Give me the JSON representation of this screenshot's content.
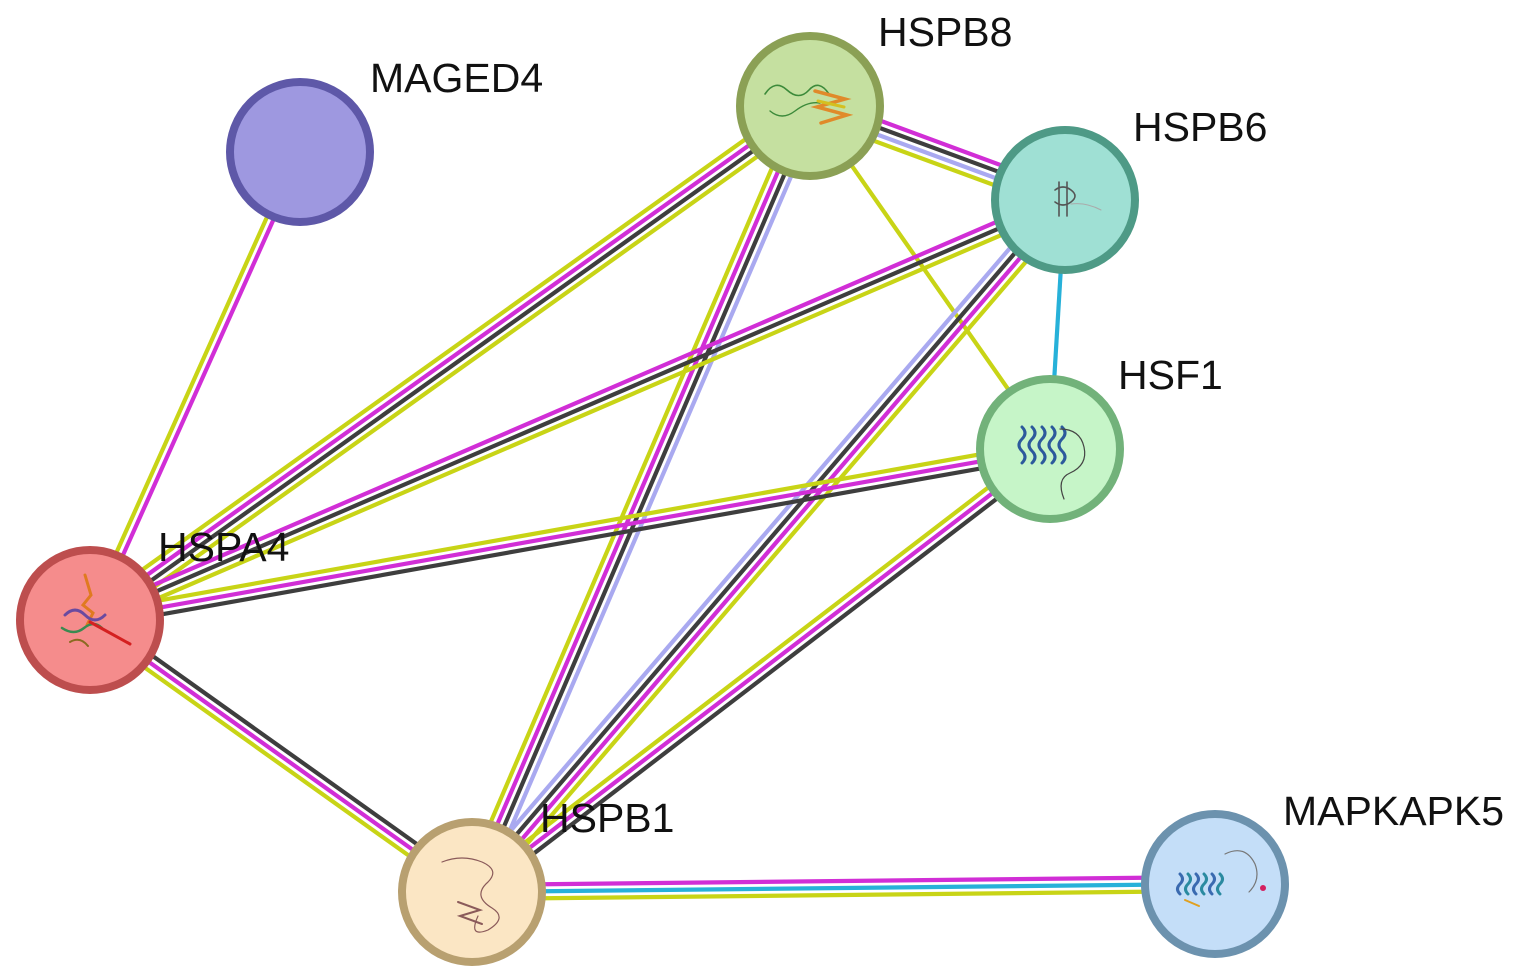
{
  "network": {
    "edge_colors": {
      "textmining": "#c8d416",
      "experiments": "#d12ed6",
      "coexpression": "#3e3e3e",
      "homology": "#a9a9f0",
      "database": "#27b1d9"
    },
    "nodes": [
      {
        "id": "MAGED4",
        "label": "MAGED4",
        "fill": "#9e98e0",
        "stroke": "#5e58a8",
        "has_structure": false
      },
      {
        "id": "HSPB8",
        "label": "HSPB8",
        "fill": "#c5e0a0",
        "stroke": "#8ba055",
        "has_structure": true,
        "structure_icon": "beta-sheet-structure-icon"
      },
      {
        "id": "HSPB6",
        "label": "HSPB6",
        "fill": "#9fe0d4",
        "stroke": "#4e9a86",
        "has_structure": true,
        "structure_icon": "helix-structure-icon"
      },
      {
        "id": "HSF1",
        "label": "HSF1",
        "fill": "#c6f5c8",
        "stroke": "#72b27a",
        "has_structure": true,
        "structure_icon": "helix-bundle-structure-icon"
      },
      {
        "id": "HSPA4",
        "label": "HSPA4",
        "fill": "#f58c8c",
        "stroke": "#bd4e4e",
        "has_structure": true,
        "structure_icon": "multidomain-structure-icon"
      },
      {
        "id": "HSPB1",
        "label": "HSPB1",
        "fill": "#fbe6c4",
        "stroke": "#b8a070",
        "has_structure": true,
        "structure_icon": "coil-structure-icon"
      },
      {
        "id": "MAPKAPK5",
        "label": "MAPKAPK5",
        "fill": "#c4def8",
        "stroke": "#6c92ae",
        "has_structure": true,
        "structure_icon": "kinase-structure-icon"
      }
    ],
    "edges": [
      {
        "source": "MAGED4",
        "target": "HSPA4",
        "evidence": [
          "experiments",
          "textmining"
        ]
      },
      {
        "source": "HSPB8",
        "target": "HSPA4",
        "evidence": [
          "textmining",
          "coexpression",
          "experiments",
          "textmining"
        ]
      },
      {
        "source": "HSPB8",
        "target": "HSPB6",
        "evidence": [
          "experiments",
          "coexpression",
          "homology",
          "textmining"
        ]
      },
      {
        "source": "HSPB8",
        "target": "HSF1",
        "evidence": [
          "textmining"
        ]
      },
      {
        "source": "HSPB8",
        "target": "HSPB1",
        "evidence": [
          "homology",
          "coexpression",
          "experiments",
          "textmining"
        ]
      },
      {
        "source": "HSPB6",
        "target": "HSPA4",
        "evidence": [
          "textmining",
          "coexpression",
          "experiments"
        ]
      },
      {
        "source": "HSPB6",
        "target": "HSF1",
        "evidence": [
          "database"
        ]
      },
      {
        "source": "HSPB6",
        "target": "HSPB1",
        "evidence": [
          "textmining",
          "experiments",
          "coexpression",
          "homology"
        ]
      },
      {
        "source": "HSF1",
        "target": "HSPA4",
        "evidence": [
          "coexpression",
          "experiments",
          "textmining"
        ]
      },
      {
        "source": "HSF1",
        "target": "HSPB1",
        "evidence": [
          "coexpression",
          "experiments",
          "textmining"
        ]
      },
      {
        "source": "HSPA4",
        "target": "HSPB1",
        "evidence": [
          "coexpression",
          "experiments",
          "textmining"
        ]
      },
      {
        "source": "HSPB1",
        "target": "MAPKAPK5",
        "evidence": [
          "experiments",
          "database",
          "textmining"
        ]
      }
    ]
  }
}
